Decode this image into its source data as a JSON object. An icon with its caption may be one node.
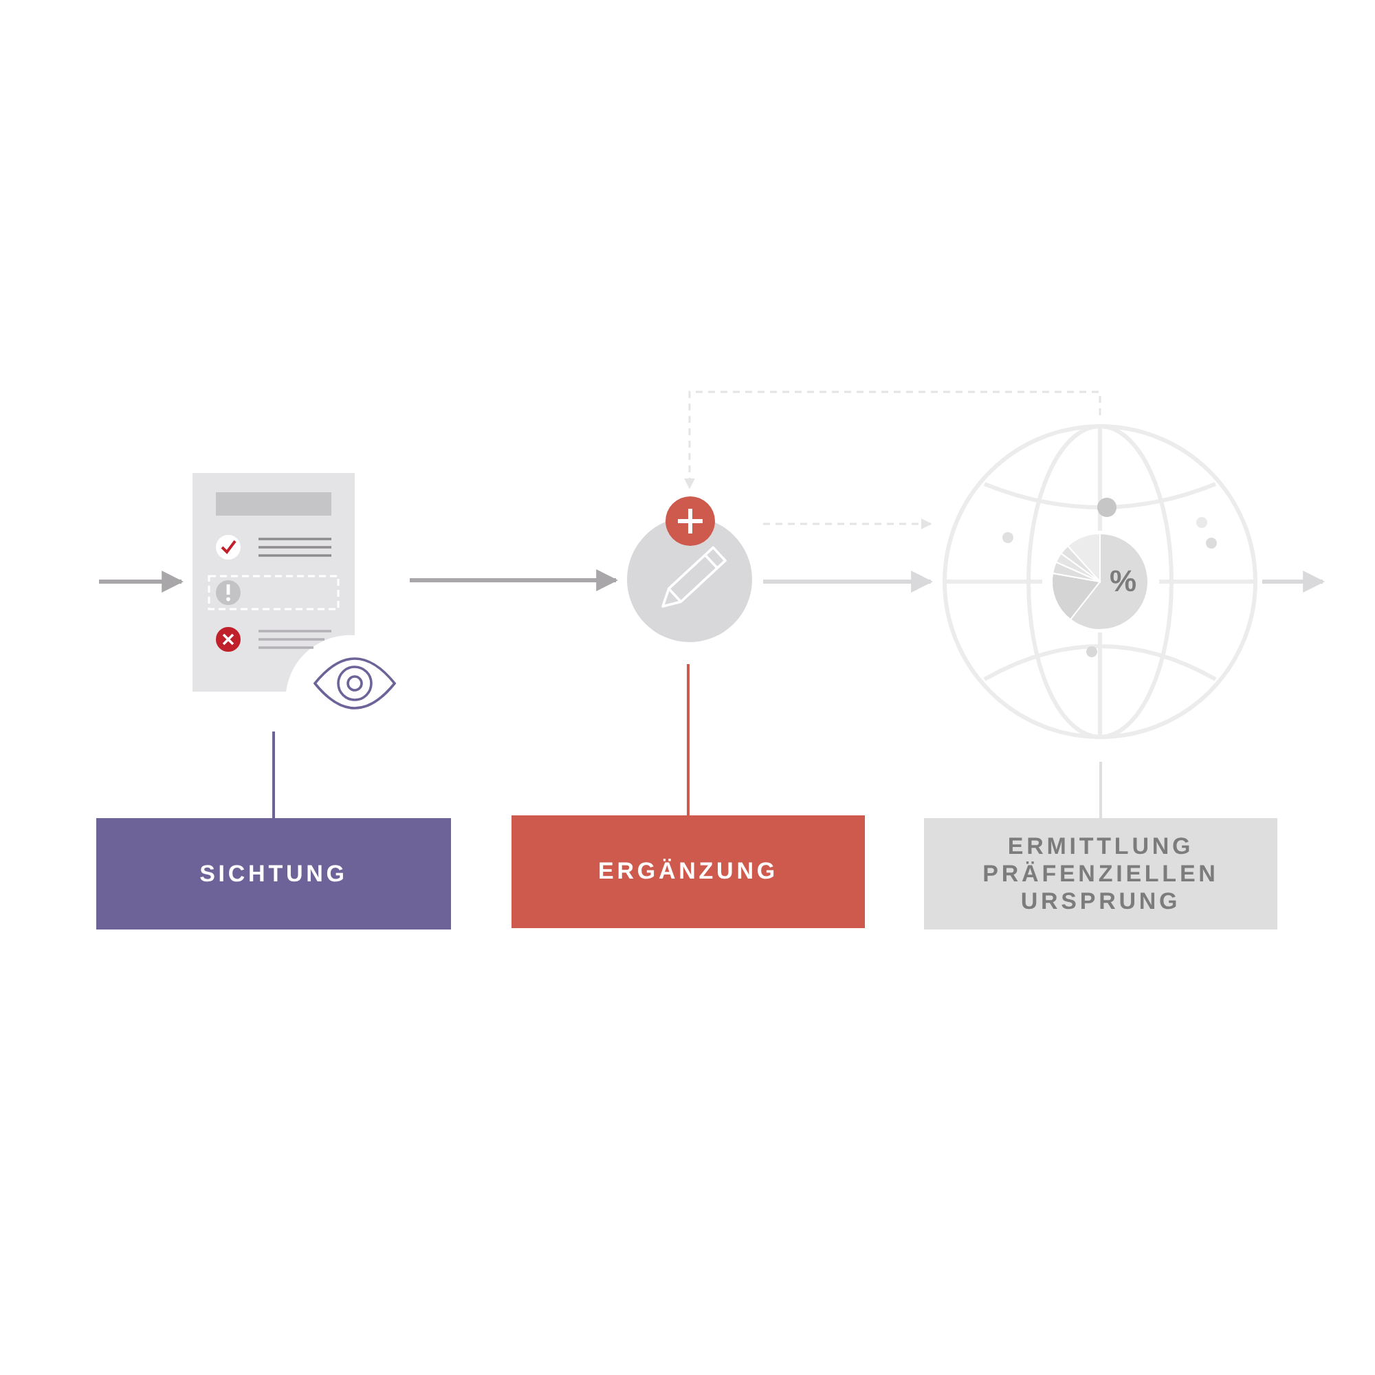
{
  "diagram": {
    "nodes": [
      {
        "text": [],
        "shape": "picture"
      },
      {
        "text": [],
        "shape": "circle"
      },
      {
        "text": [],
        "shape": "picture"
      },
      {
        "text": [
          "SICHTUNG"
        ]
      },
      {
        "text": [
          "ERGÄNZUNG"
        ]
      },
      {
        "text": [
          "ERMITTLUNG PRÄFENZIELLEN URSPRUNG"
        ]
      }
    ],
    "edges": [
      {
        "from": null,
        "to": 0,
        "arrow": "to",
        "color": "#a8a6a9"
      },
      {
        "from": 0,
        "to": 1,
        "arrow": "to",
        "color": "#a8a6a9"
      },
      {
        "from": 1,
        "to": 2,
        "arrow": "to",
        "color": "#d9d8da"
      },
      {
        "from": 2,
        "to": null,
        "arrow": "to",
        "color": "#d9d8da"
      },
      {
        "from": 1,
        "to": 2,
        "arrow": "to",
        "style": "dashed",
        "color": "#e4e4e4"
      },
      {
        "from": 2,
        "to": 1,
        "arrow": "to",
        "style": "dashed",
        "color": "#e4e4e4"
      },
      {
        "from": 0,
        "to": 3,
        "arrow": "none",
        "color": "#6e6399"
      },
      {
        "from": 1,
        "to": 4,
        "arrow": "none",
        "color": "#cd5a4d"
      },
      {
        "from": 2,
        "to": 5,
        "arrow": "none",
        "color": "#dedede"
      }
    ],
    "labels": [
      "%"
    ]
  }
}
